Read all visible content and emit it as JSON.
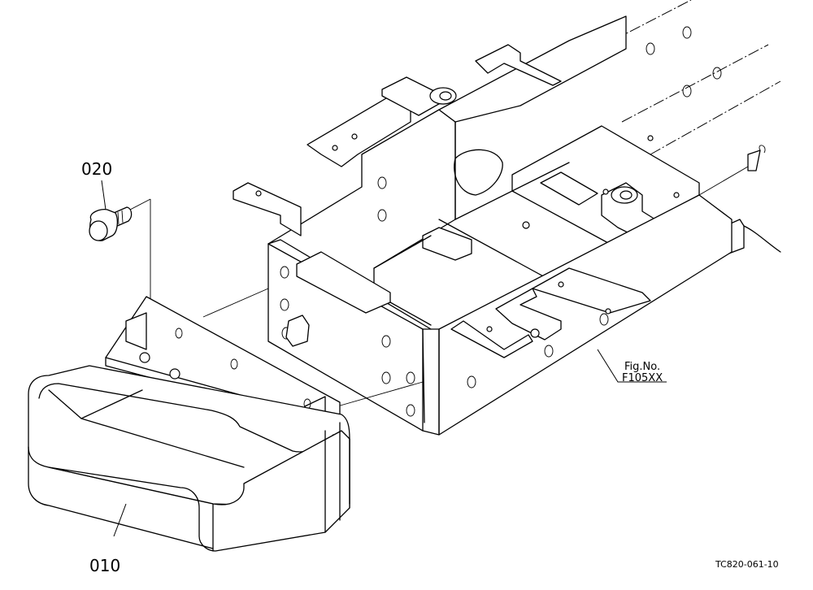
{
  "diagram": {
    "part_labels": {
      "part_010": "010",
      "part_020": "020"
    },
    "reference": {
      "fig_no_label": "Fig.No.",
      "fig_no_value": "F105XX"
    },
    "drawing_code": "TC820-061-10"
  }
}
